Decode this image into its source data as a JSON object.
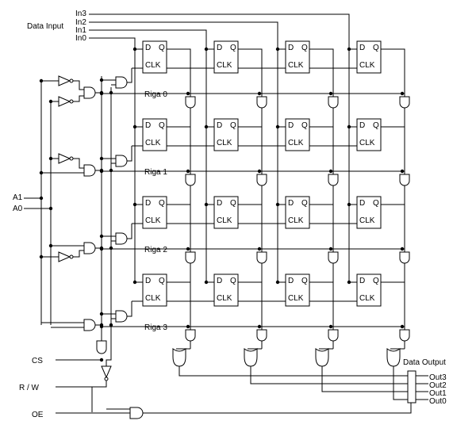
{
  "data_input": {
    "title": "Data Input",
    "lines": [
      "In3",
      "In2",
      "In1",
      "In0"
    ]
  },
  "address": {
    "a1": "A1",
    "a0": "A0"
  },
  "controls": {
    "cs": "CS",
    "rw": "R / W",
    "oe": "OE"
  },
  "rows": [
    {
      "label": "Riga 0"
    },
    {
      "label": "Riga 1"
    },
    {
      "label": "Riga 2"
    },
    {
      "label": "Riga 3"
    }
  ],
  "flipflop": {
    "d": "D",
    "q": "Q",
    "clk": "CLK"
  },
  "data_output": {
    "title": "Data Output",
    "lines": [
      "Out3",
      "Out2",
      "Out1",
      "Out0"
    ]
  }
}
